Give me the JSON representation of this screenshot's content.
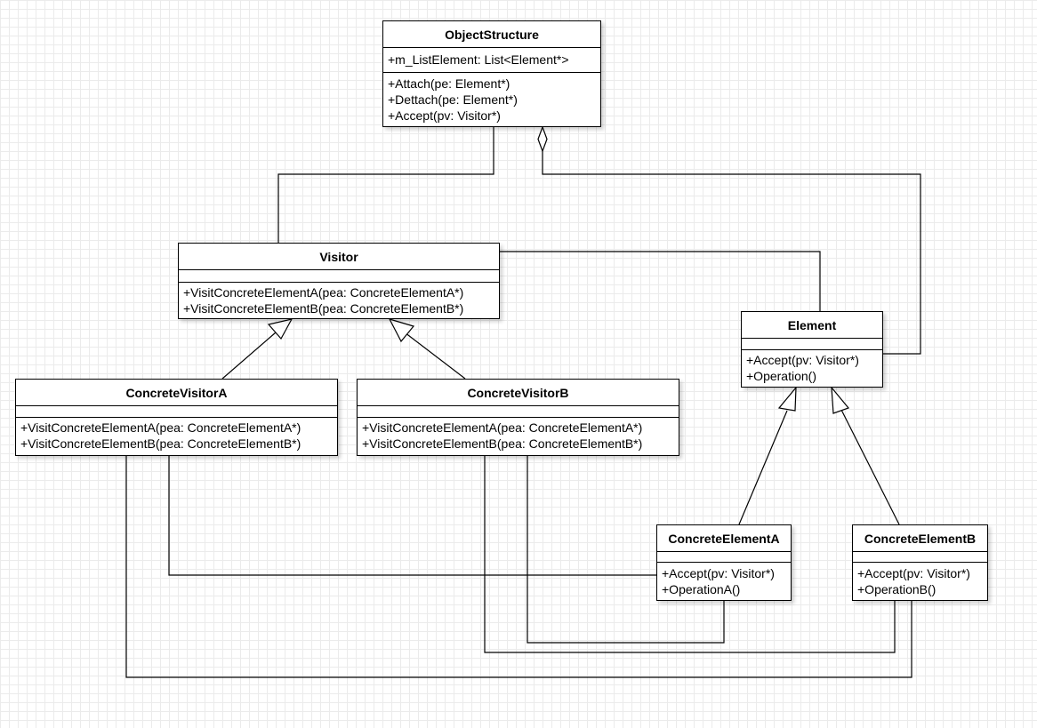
{
  "classes": {
    "object_structure": {
      "name": "ObjectStructure",
      "attributes": [
        "+m_ListElement: List<Element*>"
      ],
      "operations": [
        "+Attach(pe: Element*)",
        "+Dettach(pe: Element*)",
        "+Accept(pv: Visitor*)"
      ]
    },
    "visitor": {
      "name": "Visitor",
      "attributes": [],
      "operations": [
        "+VisitConcreteElementA(pea: ConcreteElementA*)",
        "+VisitConcreteElementB(pea: ConcreteElementB*)"
      ]
    },
    "concrete_visitor_a": {
      "name": "ConcreteVisitorA",
      "attributes": [],
      "operations": [
        "+VisitConcreteElementA(pea: ConcreteElementA*)",
        "+VisitConcreteElementB(pea: ConcreteElementB*)"
      ]
    },
    "concrete_visitor_b": {
      "name": "ConcreteVisitorB",
      "attributes": [],
      "operations": [
        "+VisitConcreteElementA(pea: ConcreteElementA*)",
        "+VisitConcreteElementB(pea: ConcreteElementB*)"
      ]
    },
    "element": {
      "name": "Element",
      "attributes": [],
      "operations": [
        "+Accept(pv: Visitor*)",
        "+Operation()"
      ]
    },
    "concrete_element_a": {
      "name": "ConcreteElementA",
      "attributes": [],
      "operations": [
        "+Accept(pv: Visitor*)",
        "+OperationA()"
      ]
    },
    "concrete_element_b": {
      "name": "ConcreteElementB",
      "attributes": [],
      "operations": [
        "+Accept(pv: Visitor*)",
        "+OperationB()"
      ]
    }
  },
  "relations": [
    {
      "type": "association",
      "from": "object_structure",
      "to": "visitor"
    },
    {
      "type": "aggregation",
      "from": "object_structure",
      "to": "element"
    },
    {
      "type": "association",
      "from": "visitor",
      "to": "element"
    },
    {
      "type": "generalization",
      "from": "concrete_visitor_a",
      "to": "visitor"
    },
    {
      "type": "generalization",
      "from": "concrete_visitor_b",
      "to": "visitor"
    },
    {
      "type": "generalization",
      "from": "concrete_element_a",
      "to": "element"
    },
    {
      "type": "generalization",
      "from": "concrete_element_b",
      "to": "element"
    },
    {
      "type": "association",
      "from": "concrete_visitor_a",
      "to": "concrete_element_a"
    },
    {
      "type": "association",
      "from": "concrete_visitor_a",
      "to": "concrete_element_b"
    },
    {
      "type": "association",
      "from": "concrete_visitor_b",
      "to": "concrete_element_a"
    },
    {
      "type": "association",
      "from": "concrete_visitor_b",
      "to": "concrete_element_b"
    }
  ]
}
